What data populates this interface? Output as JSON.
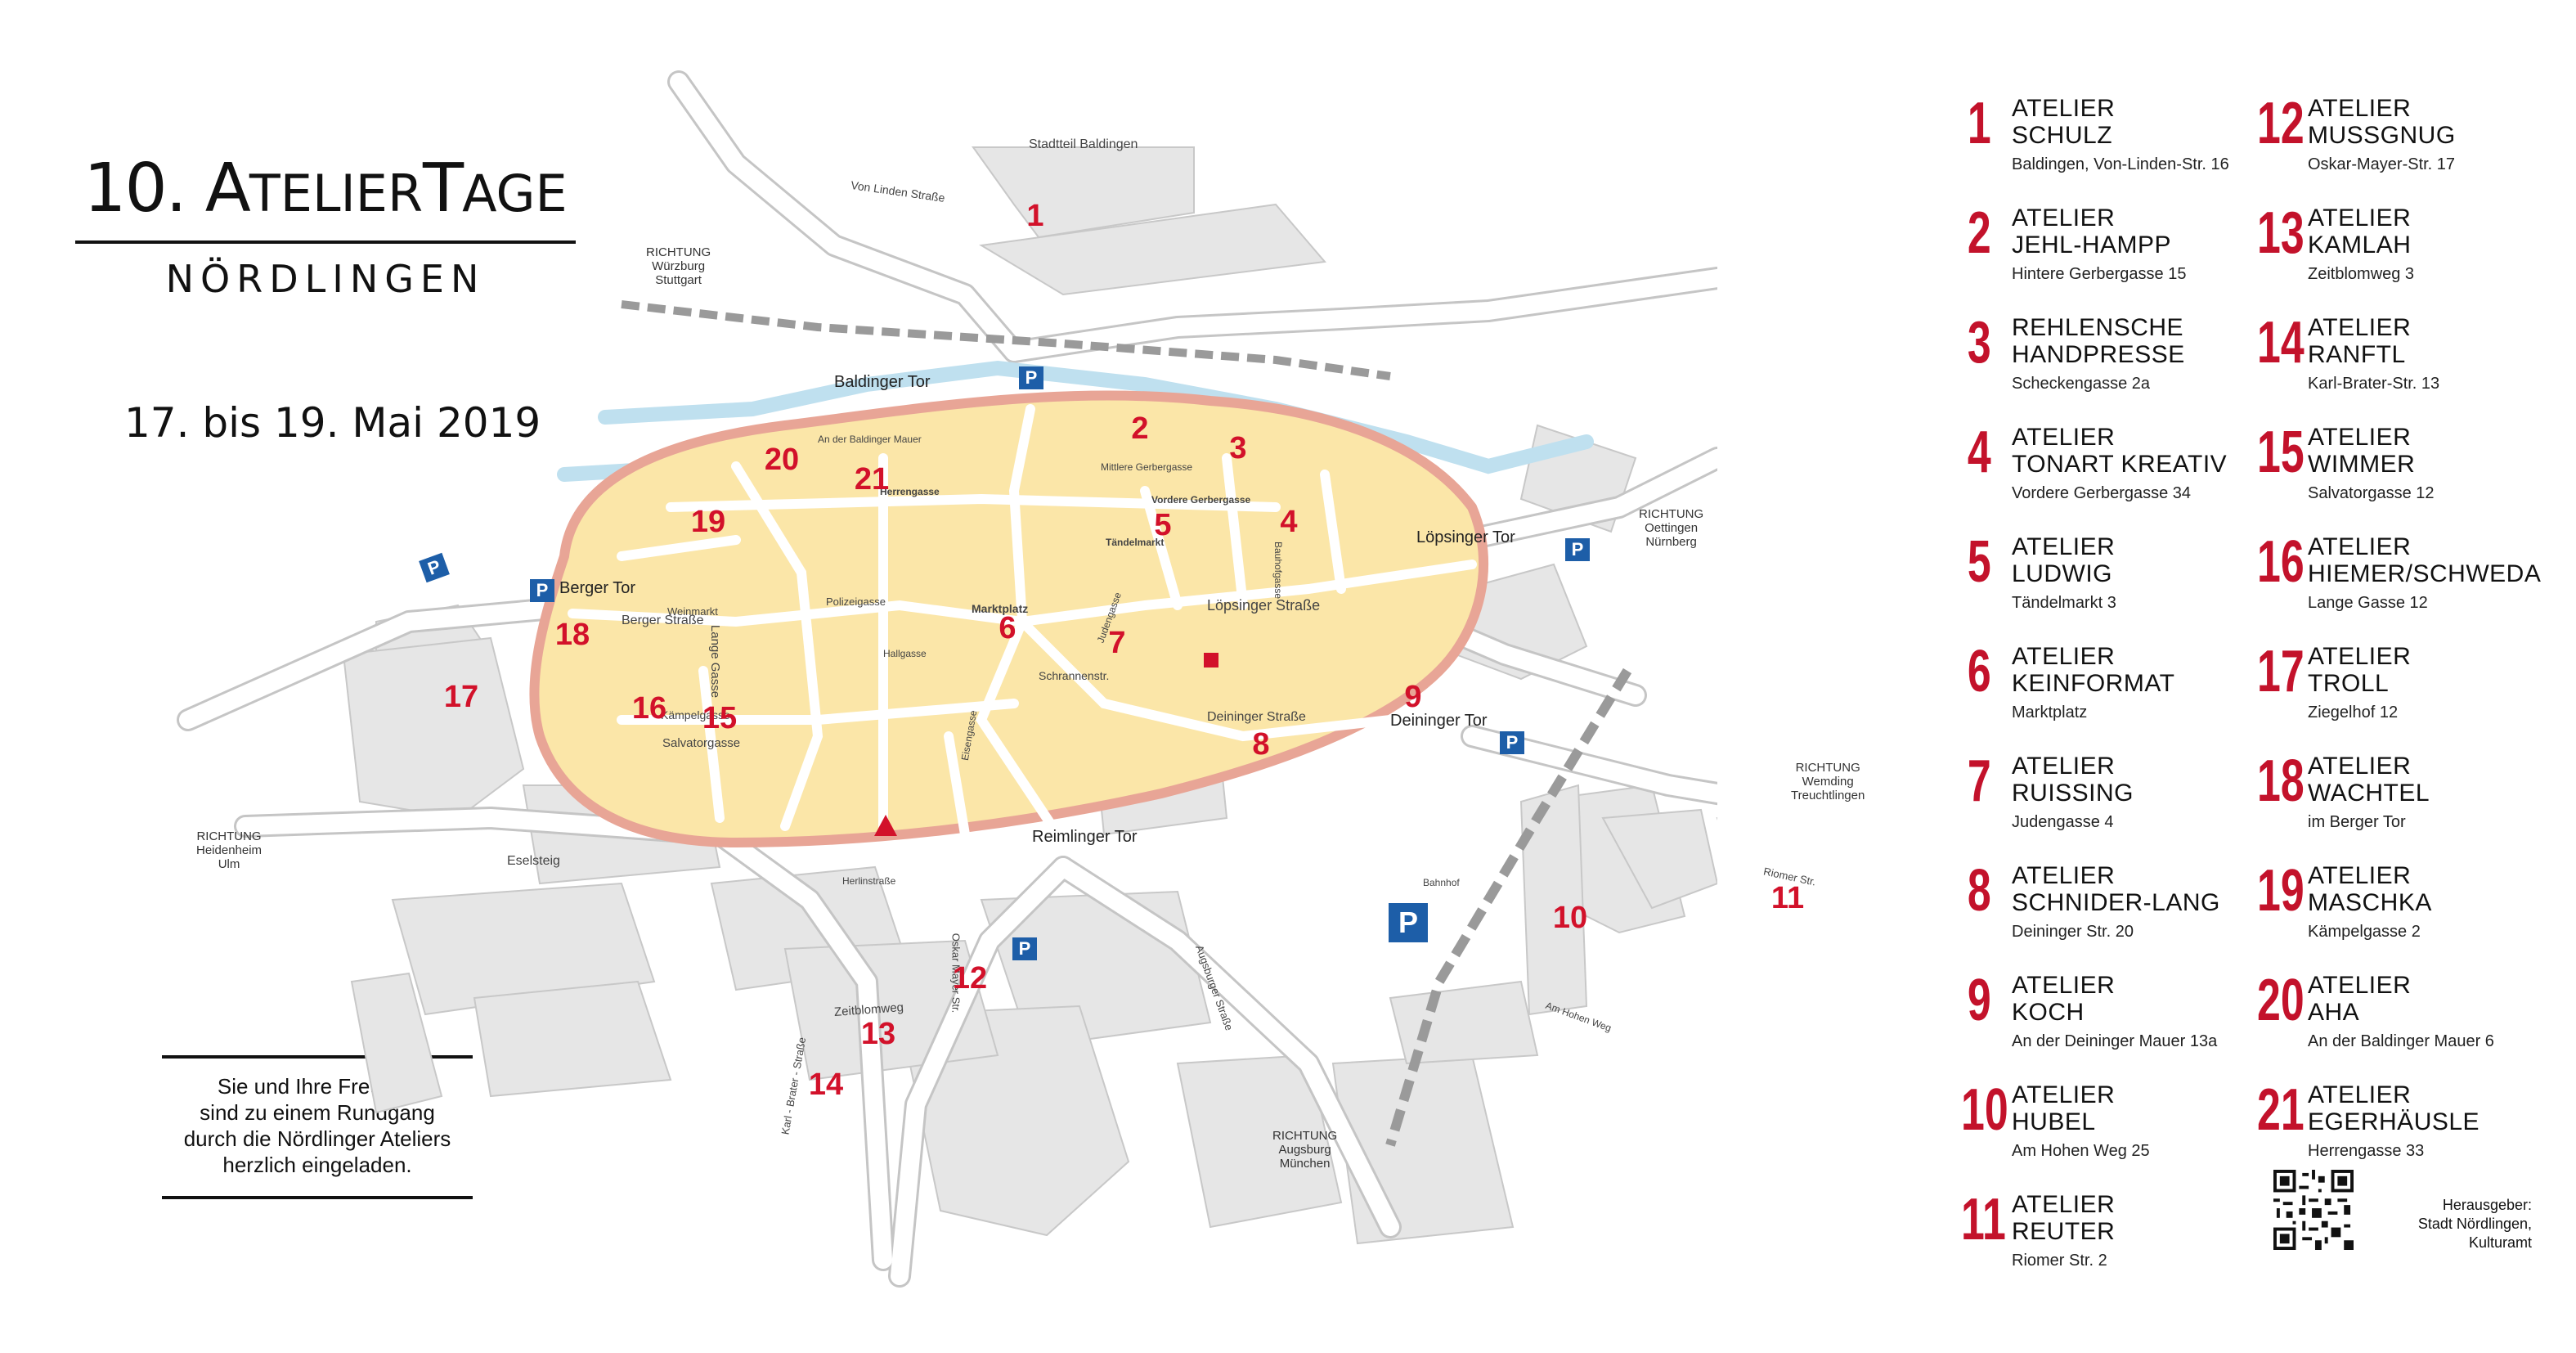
{
  "header": {
    "title_num": "10.",
    "title_a": "A",
    "title_a_rest": "TELIER",
    "title_t": "T",
    "title_t_rest": "AGE",
    "subtitle": "NÖRDLINGEN",
    "dates": "17. bis 19. Mai 2019"
  },
  "invite": {
    "lines": [
      "Sie und Ihre Freunde",
      "sind zu einem Rundgang",
      "durch die Nördlinger Ateliers",
      "herzlich eingeladen."
    ]
  },
  "map": {
    "district": "Stadtteil Baldingen",
    "directions": {
      "wuerzburg": [
        "RICHTUNG",
        "Würzburg",
        "Stuttgart"
      ],
      "oettingen": [
        "RICHTUNG",
        "Oettingen",
        "Nürnberg"
      ],
      "wemding": [
        "RICHTUNG",
        "Wemding",
        "Treuchtlingen"
      ],
      "heidenheim": [
        "RICHTUNG",
        "Heidenheim",
        "Ulm"
      ],
      "augsburg": [
        "RICHTUNG",
        "Augsburg",
        "München"
      ]
    },
    "gates": {
      "baldinger": "Baldinger Tor",
      "loepsinger": "Löpsinger Tor",
      "berger": "Berger Tor",
      "deininger": "Deininger Tor",
      "reimlinger": "Reimlinger Tor"
    },
    "streets": {
      "von_linden": "Von Linden Straße",
      "herrengasse": "Herrengasse",
      "vordere_gerbergasse": "Vordere Gerbergasse",
      "mittlere_gerbergasse": "Mittlere Gerbergasse",
      "tandelmarkt": "Tändelmarkt",
      "loepsinger_strasse": "Löpsinger Straße",
      "marktplatz": "Marktplatz",
      "polizeigasse": "Polizeigasse",
      "weinmarkt": "Weinmarkt",
      "berger_strasse": "Berger Straße",
      "schrannenstr": "Schrannenstr.",
      "deininger_strasse": "Deininger Straße",
      "kaempelgasse": "Kämpelgasse",
      "salvatorgasse": "Salvatorgasse",
      "lange_gasse": "Lange Gasse",
      "zeitblomweg": "Zeitblomweg",
      "oskar_mayer": "Oskar Mayer Str.",
      "karl_brater": "Karl - Brater - Straße",
      "eselsteig": "Eselsteig",
      "baldinger_mauer": "An der Baldinger Mauer",
      "augsburger_str": "Augsburger Straße",
      "riomer_str": "Riomer Str.",
      "am_hohen_weg": "Am Hohen Weg",
      "bahnhof": "Bahnhof",
      "herlinstrasse": "Herlinstraße",
      "judengasse": "Judengasse",
      "juedengasse_alt": "Hallgasse",
      "bauhofgasse": "Bauhofgasse",
      "eisengasse": "Eisengasse"
    },
    "markers": [
      {
        "n": "1"
      },
      {
        "n": "2"
      },
      {
        "n": "3"
      },
      {
        "n": "4"
      },
      {
        "n": "5"
      },
      {
        "n": "6"
      },
      {
        "n": "7"
      },
      {
        "n": "8"
      },
      {
        "n": "9"
      },
      {
        "n": "10"
      },
      {
        "n": "11"
      },
      {
        "n": "12"
      },
      {
        "n": "13"
      },
      {
        "n": "14"
      },
      {
        "n": "15"
      },
      {
        "n": "16"
      },
      {
        "n": "17"
      },
      {
        "n": "18"
      },
      {
        "n": "19"
      },
      {
        "n": "20"
      },
      {
        "n": "21"
      }
    ],
    "parking": "P",
    "colors": {
      "oldtown": "#fbe6a8",
      "wall": "#e8a596",
      "water": "#bfe0ef",
      "marker": "#d2112a",
      "parking": "#1d5ea8"
    }
  },
  "legend": [
    {
      "n": "1",
      "name": [
        "ATELIER",
        "SCHULZ"
      ],
      "addr": "Baldingen, Von-Linden-Str. 16"
    },
    {
      "n": "2",
      "name": [
        "ATELIER",
        "JEHL-HAMPP"
      ],
      "addr": "Hintere Gerbergasse 15"
    },
    {
      "n": "3",
      "name": [
        "REHLENSCHE",
        "HANDPRESSE"
      ],
      "addr": "Scheckengasse 2a"
    },
    {
      "n": "4",
      "name": [
        "ATELIER",
        "TONART KREATIV"
      ],
      "addr": "Vordere Gerbergasse 34"
    },
    {
      "n": "5",
      "name": [
        "ATELIER",
        "LUDWIG"
      ],
      "addr": "Tändelmarkt 3"
    },
    {
      "n": "6",
      "name": [
        "ATELIER",
        "KEINFORMAT"
      ],
      "addr": "Marktplatz"
    },
    {
      "n": "7",
      "name": [
        "ATELIER",
        "RUISSING"
      ],
      "addr": "Judengasse 4"
    },
    {
      "n": "8",
      "name": [
        "ATELIER",
        "SCHNIDER-LANG"
      ],
      "addr": "Deininger Str. 20"
    },
    {
      "n": "9",
      "name": [
        "ATELIER",
        "KOCH"
      ],
      "addr": "An der Deininger Mauer 13a"
    },
    {
      "n": "10",
      "name": [
        "ATELIER",
        "HUBEL"
      ],
      "addr": "Am Hohen Weg 25"
    },
    {
      "n": "11",
      "name": [
        "ATELIER",
        "REUTER"
      ],
      "addr": "Riomer Str. 2"
    },
    {
      "n": "12",
      "name": [
        "ATELIER",
        "MUSSGNUG"
      ],
      "addr": "Oskar-Mayer-Str. 17"
    },
    {
      "n": "13",
      "name": [
        "ATELIER",
        "KAMLAH"
      ],
      "addr": "Zeitblomweg 3"
    },
    {
      "n": "14",
      "name": [
        "ATELIER",
        "RANFTL"
      ],
      "addr": "Karl-Brater-Str. 13"
    },
    {
      "n": "15",
      "name": [
        "ATELIER",
        "WIMMER"
      ],
      "addr": "Salvatorgasse 12"
    },
    {
      "n": "16",
      "name": [
        "ATELIER",
        "HIEMER/SCHWEDA"
      ],
      "addr": "Lange Gasse 12"
    },
    {
      "n": "17",
      "name": [
        "ATELIER",
        "TROLL"
      ],
      "addr": "Ziegelhof 12"
    },
    {
      "n": "18",
      "name": [
        "ATELIER",
        "WACHTEL"
      ],
      "addr": "im Berger Tor"
    },
    {
      "n": "19",
      "name": [
        "ATELIER",
        "MASCHKA"
      ],
      "addr": "Kämpelgasse 2"
    },
    {
      "n": "20",
      "name": [
        "ATELIER",
        "AHA"
      ],
      "addr": "An der Baldinger Mauer 6"
    },
    {
      "n": "21",
      "name": [
        "ATELIER",
        "EGERHÄUSLE"
      ],
      "addr": "Herrengasse 33"
    }
  ],
  "publisher": {
    "lines": [
      "Herausgeber:",
      "Stadt Nördlingen,",
      "Kulturamt"
    ]
  }
}
